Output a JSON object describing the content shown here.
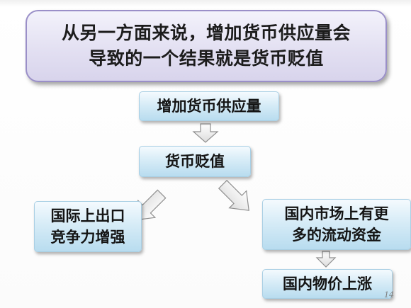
{
  "title": {
    "line1": "从另一方面来说，增加货币供应量会",
    "line2": "导致的一个结果就是货币贬值"
  },
  "nodes": {
    "increase_supply": "增加货币供应量",
    "depreciation": "货币贬值",
    "export_line1": "国际上出口",
    "export_line2": "竞争力增强",
    "funds_line1": "国内市场上有更",
    "funds_line2": "多的流动资金",
    "price_rise": "国内物价上涨"
  },
  "page_number": "14",
  "colors": {
    "title_fill": "#e3e0f2",
    "title_border": "#9a8fc8",
    "node_fill": "#d7ecf7",
    "node_border": "#a9cfe4",
    "arrow_fill": "#eeeeee",
    "arrow_stroke": "#8f8f8f"
  }
}
